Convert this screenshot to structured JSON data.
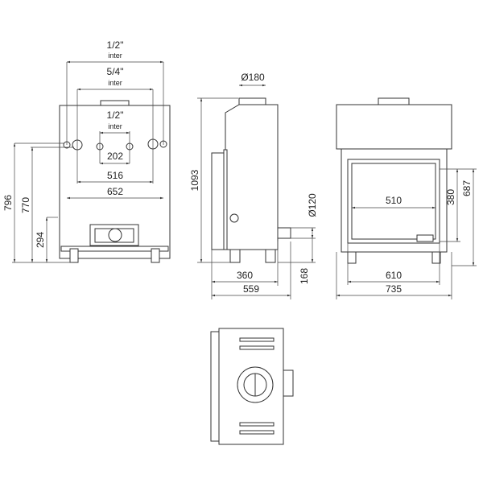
{
  "front_view": {
    "dim_top": "1/2\"",
    "dim_top_sub": "inter",
    "dim_mid": "5/4\"",
    "dim_mid_sub": "inter",
    "dim_inner": "1/2\"",
    "dim_inner_sub": "inter",
    "dim_202": "202",
    "dim_516": "516",
    "dim_652": "652",
    "dim_796": "796",
    "dim_770": "770",
    "dim_294": "294"
  },
  "side_view": {
    "dim_flue": "Ø180",
    "dim_height": "1093",
    "dim_air": "Ø120",
    "dim_360": "360",
    "dim_559": "559",
    "dim_168": "168"
  },
  "glass_view": {
    "dim_510": "510",
    "dim_380": "380",
    "dim_687": "687",
    "dim_610": "610",
    "dim_735": "735"
  }
}
